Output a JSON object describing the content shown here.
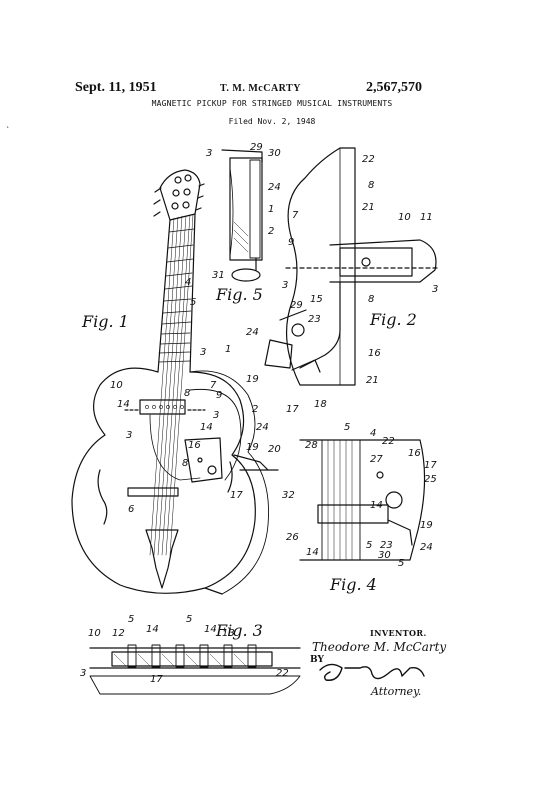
{
  "header": {
    "date": "Sept. 11, 1951",
    "inventor": "T. M. McCARTY",
    "patent_number": "2,567,570",
    "title": "MAGNETIC PICKUP FOR STRINGED MUSICAL INSTRUMENTS",
    "filed": "Filed Nov. 2, 1948"
  },
  "figures": {
    "fig1": "Fig. 1",
    "fig2": "Fig. 2",
    "fig3": "Fig. 3",
    "fig4": "Fig. 4",
    "fig5": "Fig. 5"
  },
  "reference_numerals": {
    "fig1": [
      "4",
      "5",
      "3",
      "1",
      "7",
      "9",
      "8",
      "10",
      "14",
      "3",
      "14",
      "3",
      "16",
      "8",
      "6",
      "2",
      "24",
      "19",
      "20",
      "17"
    ],
    "fig2": [
      "22",
      "8",
      "7",
      "21",
      "10",
      "11",
      "9",
      "3",
      "3",
      "29",
      "15",
      "8",
      "24",
      "23",
      "16",
      "19",
      "21",
      "17",
      "18"
    ],
    "fig3": [
      "5",
      "5",
      "14",
      "14",
      "13",
      "10",
      "12",
      "3",
      "17",
      "22"
    ],
    "fig4": [
      "5",
      "4",
      "22",
      "28",
      "27",
      "16",
      "17",
      "25",
      "32",
      "14",
      "26",
      "14",
      "5",
      "23",
      "30",
      "5",
      "19",
      "24"
    ],
    "fig5": [
      "3",
      "29",
      "30",
      "24",
      "1",
      "2",
      "31"
    ]
  },
  "signature": {
    "inventor_label": "INVENTOR.",
    "inventor_name": "Theodore M. McCarty",
    "by": "BY",
    "attorney_signature": "Otto A. Earl",
    "attorney_label": "Attorney."
  },
  "margin_mark": "`"
}
